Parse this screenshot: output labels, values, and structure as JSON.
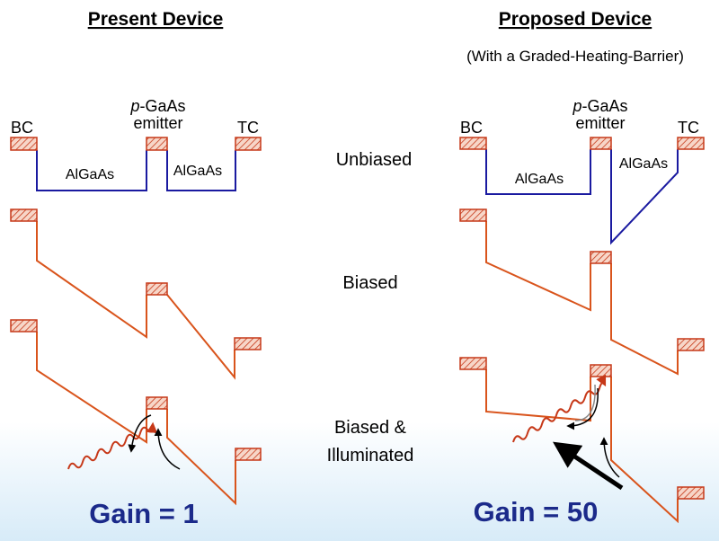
{
  "left": {
    "title": "Present Device",
    "labels": {
      "bc": "BC",
      "emitter_p": "p",
      "emitter_rest": "-GaAs",
      "emitter_line2": "emitter",
      "tc": "TC",
      "algaas_1": "AlGaAs",
      "algaas_2": "AlGaAs"
    },
    "gain": "Gain = 1"
  },
  "right": {
    "title": "Proposed Device",
    "subtitle": "(With a Graded-Heating-Barrier)",
    "labels": {
      "bc": "BC",
      "emitter_p": "p",
      "emitter_rest": "-GaAs",
      "emitter_line2": "emitter",
      "tc": "TC",
      "algaas_1": "AlGaAs",
      "algaas_2": "AlGaAs"
    },
    "gain": "Gain = 50"
  },
  "rows": {
    "unbiased": "Unbiased",
    "biased": "Biased",
    "illuminated_line1": "Biased &",
    "illuminated_line2": "Illuminated"
  },
  "colors": {
    "unbiased_band": "#1a1aa0",
    "biased_band": "#d9541c",
    "contact_hatch": "#c63818",
    "gain_text": "#1b2a8a"
  }
}
